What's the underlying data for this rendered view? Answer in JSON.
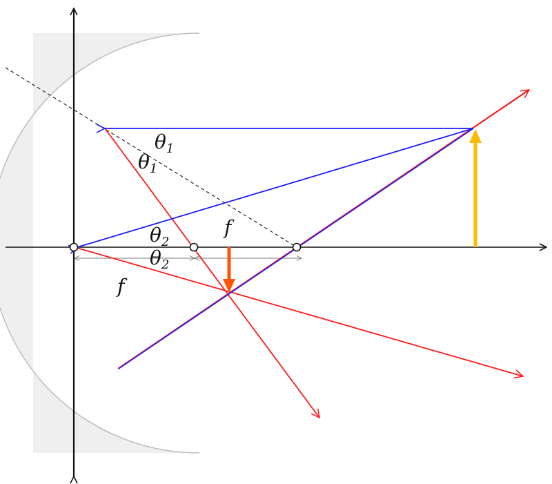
{
  "labels": {
    "theta1_upper": "θ",
    "theta1_upper_sub": "1",
    "theta1_lower": "θ",
    "theta1_lower_sub": "1",
    "theta2_upper": "θ",
    "theta2_upper_sub": "2",
    "theta2_lower": "θ",
    "theta2_lower_sub": "2",
    "focal_length_1": "f",
    "focal_length_2": "f"
  },
  "colors": {
    "mirror_fill": "#efefef",
    "mirror_edge": "#bdbdbd",
    "axes": "#111111",
    "incident_rays": "#1a1aff",
    "reflected_rays": "#ff1a1a",
    "object_arrow": "#ffbb00",
    "image_arrow": "#ff5500",
    "dimension_lines": "#777777"
  }
}
